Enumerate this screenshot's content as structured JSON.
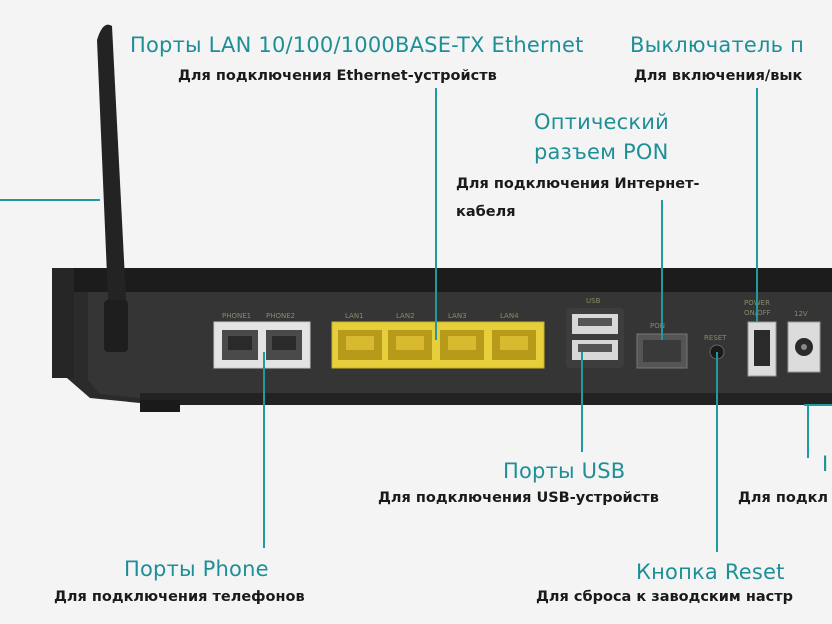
{
  "callouts": {
    "lan": {
      "title": "Порты LAN 10/100/1000BASE-TX Ethernet",
      "desc": "Для подключения Ethernet-устройств"
    },
    "power_switch": {
      "title": "Выключатель п",
      "desc": "Для включения/вык"
    },
    "pon": {
      "title_line1": "Оптический",
      "title_line2": "разъем PON",
      "desc_line1": "Для подключения Интернет-",
      "desc_line2": "кабеля"
    },
    "usb": {
      "title": "Порты USB",
      "desc": "Для подключения USB-устройств"
    },
    "phone": {
      "title": "Порты Phone",
      "desc": "Для подключения телефонов"
    },
    "reset": {
      "title": "Кнопка Reset",
      "desc": "Для сброса к заводским настр"
    },
    "power_in": {
      "title": "I",
      "desc": "Для подкл"
    }
  },
  "panel_labels": {
    "phone1": "PHONE1",
    "phone2": "PHONE2",
    "lan1": "LAN1",
    "lan2": "LAN2",
    "lan3": "LAN3",
    "lan4": "LAN4",
    "usb": "USB",
    "pon": "PON",
    "reset": "RESET",
    "power": "POWER",
    "onoff": "ON/OFF",
    "dc": "12V"
  },
  "colors": {
    "callout_title": "#1f8f97",
    "callout_line": "#1f9aa0",
    "router_body": "#2b2b2b",
    "lan_block": "#e7cf3c"
  }
}
